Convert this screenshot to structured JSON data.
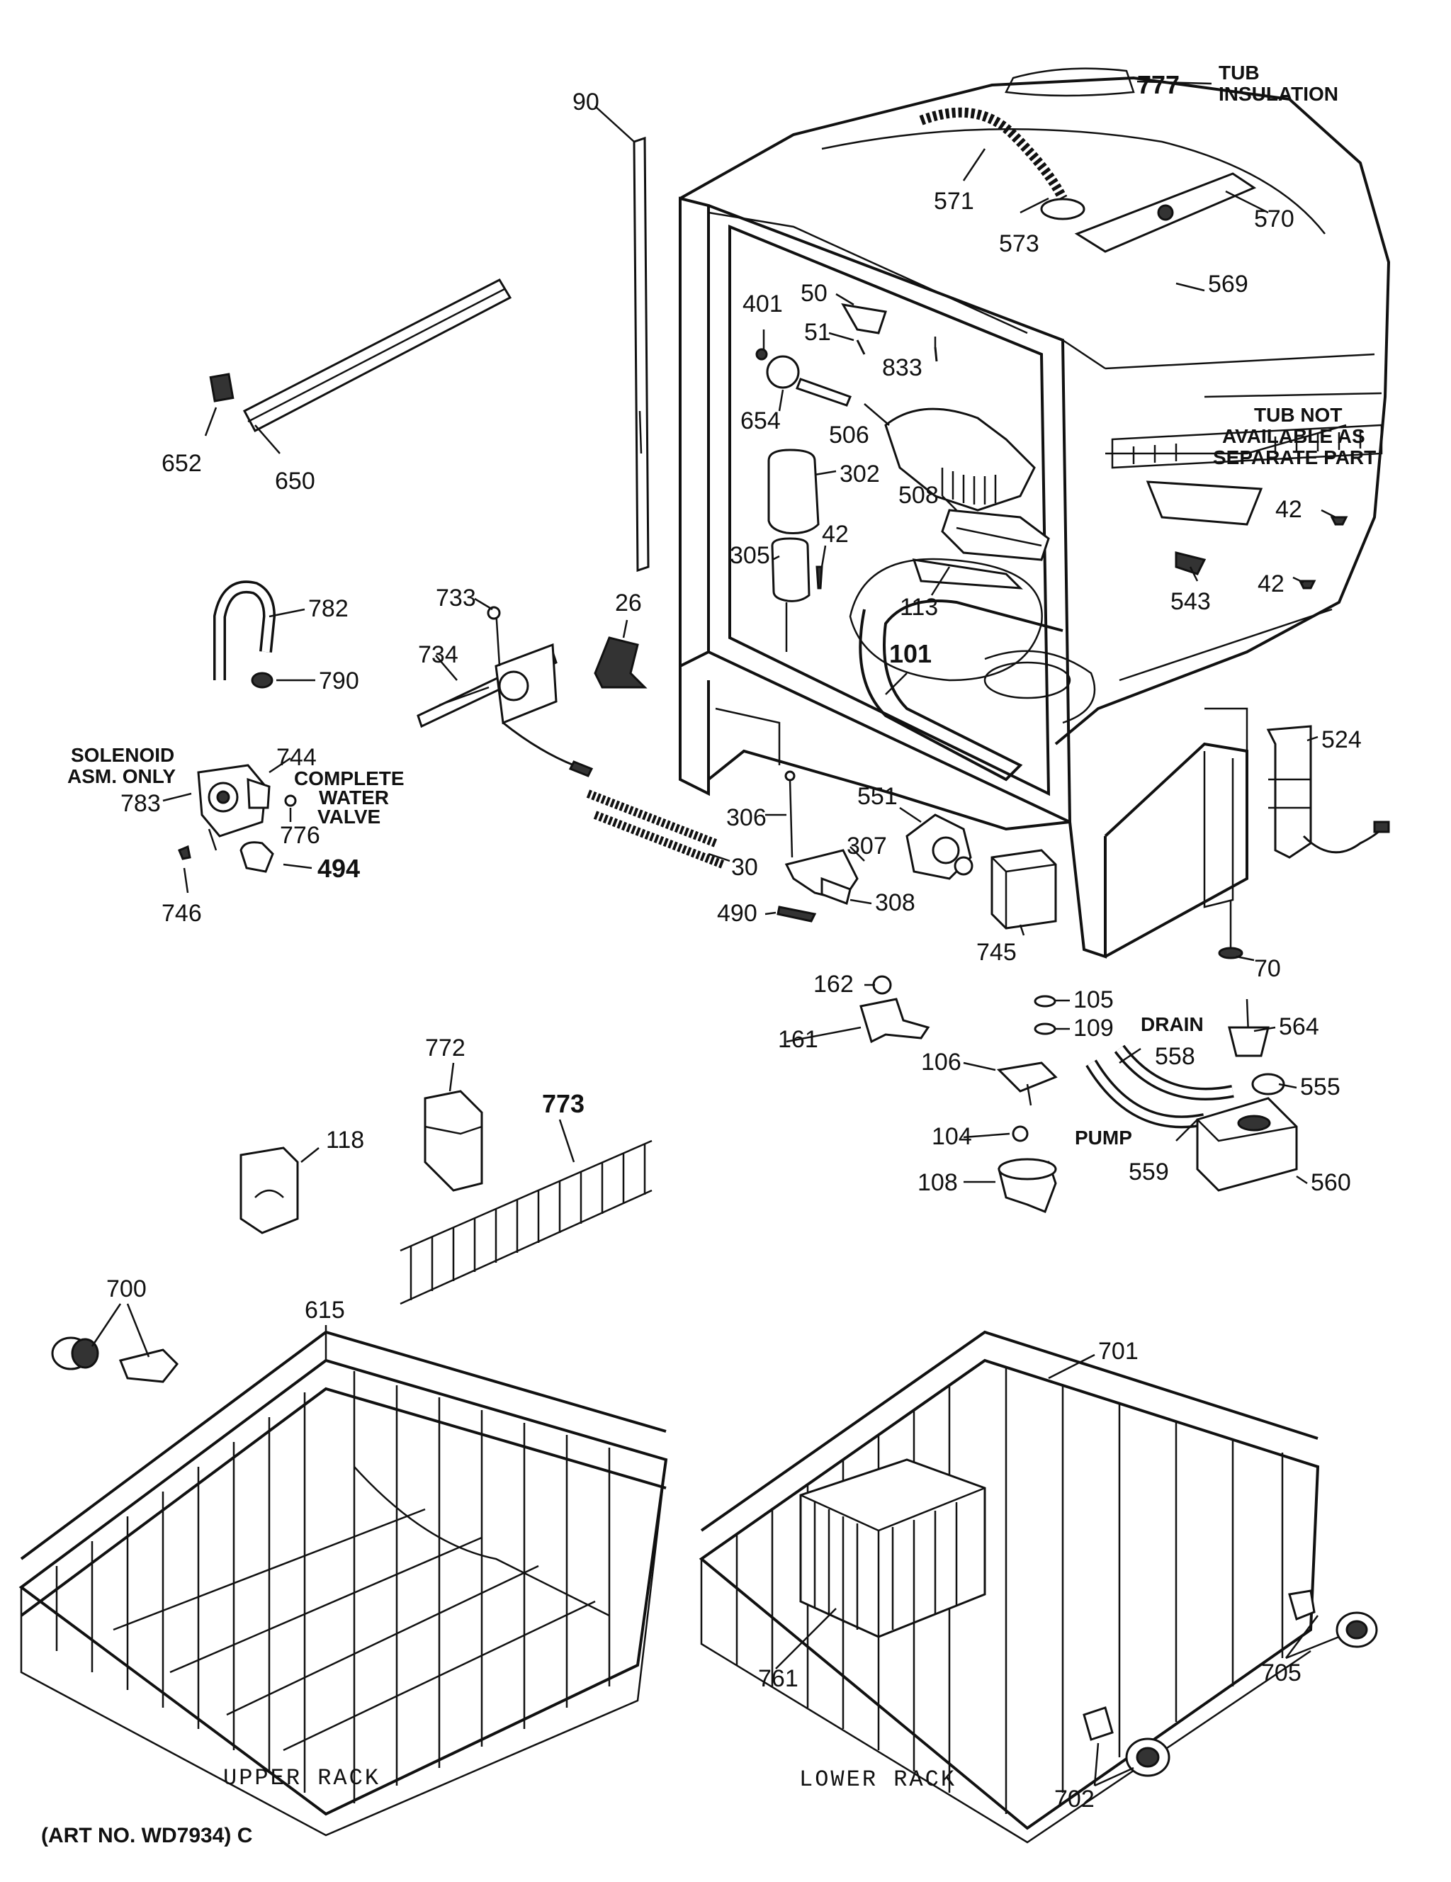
{
  "diagram": {
    "callouts": [
      {
        "id": "777",
        "text": "777"
      },
      {
        "id": "90",
        "text": "90"
      },
      {
        "id": "571",
        "text": "571"
      },
      {
        "id": "573",
        "text": "573"
      },
      {
        "id": "570",
        "text": "570"
      },
      {
        "id": "569",
        "text": "569"
      },
      {
        "id": "401",
        "text": "401"
      },
      {
        "id": "50",
        "text": "50"
      },
      {
        "id": "51",
        "text": "51"
      },
      {
        "id": "833",
        "text": "833"
      },
      {
        "id": "652",
        "text": "652"
      },
      {
        "id": "650",
        "text": "650"
      },
      {
        "id": "654",
        "text": "654"
      },
      {
        "id": "506",
        "text": "506"
      },
      {
        "id": "302",
        "text": "302"
      },
      {
        "id": "508",
        "text": "508"
      },
      {
        "id": "42a",
        "text": "42"
      },
      {
        "id": "42b",
        "text": "42"
      },
      {
        "id": "42c",
        "text": "42"
      },
      {
        "id": "305",
        "text": "305"
      },
      {
        "id": "543",
        "text": "543"
      },
      {
        "id": "782",
        "text": "782"
      },
      {
        "id": "733",
        "text": "733"
      },
      {
        "id": "26",
        "text": "26"
      },
      {
        "id": "113",
        "text": "113"
      },
      {
        "id": "101",
        "text": "101"
      },
      {
        "id": "790",
        "text": "790"
      },
      {
        "id": "734",
        "text": "734"
      },
      {
        "id": "524",
        "text": "524"
      },
      {
        "id": "744",
        "text": "744"
      },
      {
        "id": "783",
        "text": "783"
      },
      {
        "id": "776",
        "text": "776"
      },
      {
        "id": "551",
        "text": "551"
      },
      {
        "id": "306",
        "text": "306"
      },
      {
        "id": "307",
        "text": "307"
      },
      {
        "id": "494",
        "text": "494"
      },
      {
        "id": "30",
        "text": "30"
      },
      {
        "id": "308",
        "text": "308"
      },
      {
        "id": "746",
        "text": "746"
      },
      {
        "id": "490",
        "text": "490"
      },
      {
        "id": "745",
        "text": "745"
      },
      {
        "id": "70",
        "text": "70"
      },
      {
        "id": "162",
        "text": "162"
      },
      {
        "id": "105",
        "text": "105"
      },
      {
        "id": "109",
        "text": "109"
      },
      {
        "id": "564",
        "text": "564"
      },
      {
        "id": "161",
        "text": "161"
      },
      {
        "id": "558",
        "text": "558"
      },
      {
        "id": "106",
        "text": "106"
      },
      {
        "id": "555",
        "text": "555"
      },
      {
        "id": "772",
        "text": "772"
      },
      {
        "id": "773",
        "text": "773"
      },
      {
        "id": "118",
        "text": "118"
      },
      {
        "id": "104",
        "text": "104"
      },
      {
        "id": "559",
        "text": "559"
      },
      {
        "id": "108",
        "text": "108"
      },
      {
        "id": "560",
        "text": "560"
      },
      {
        "id": "700",
        "text": "700"
      },
      {
        "id": "615",
        "text": "615"
      },
      {
        "id": "701",
        "text": "701"
      },
      {
        "id": "761",
        "text": "761"
      },
      {
        "id": "705",
        "text": "705"
      },
      {
        "id": "702",
        "text": "702"
      }
    ],
    "labels": {
      "tub_insulation_1": "TUB",
      "tub_insulation_2": "INSULATION",
      "tub_note_1": "TUB NOT",
      "tub_note_2": "AVAILABLE AS",
      "tub_note_3": "SEPARATE PART",
      "solenoid_1": "SOLENOID",
      "solenoid_2": "ASM. ONLY",
      "complete_1": "COMPLETE",
      "complete_2": "WATER",
      "complete_3": "VALVE",
      "drain": "DRAIN",
      "pump": "PUMP"
    },
    "captions": {
      "upper_rack": "UPPER RACK",
      "lower_rack": "LOWER RACK",
      "art_no": "(ART NO. WD7934) C"
    }
  }
}
